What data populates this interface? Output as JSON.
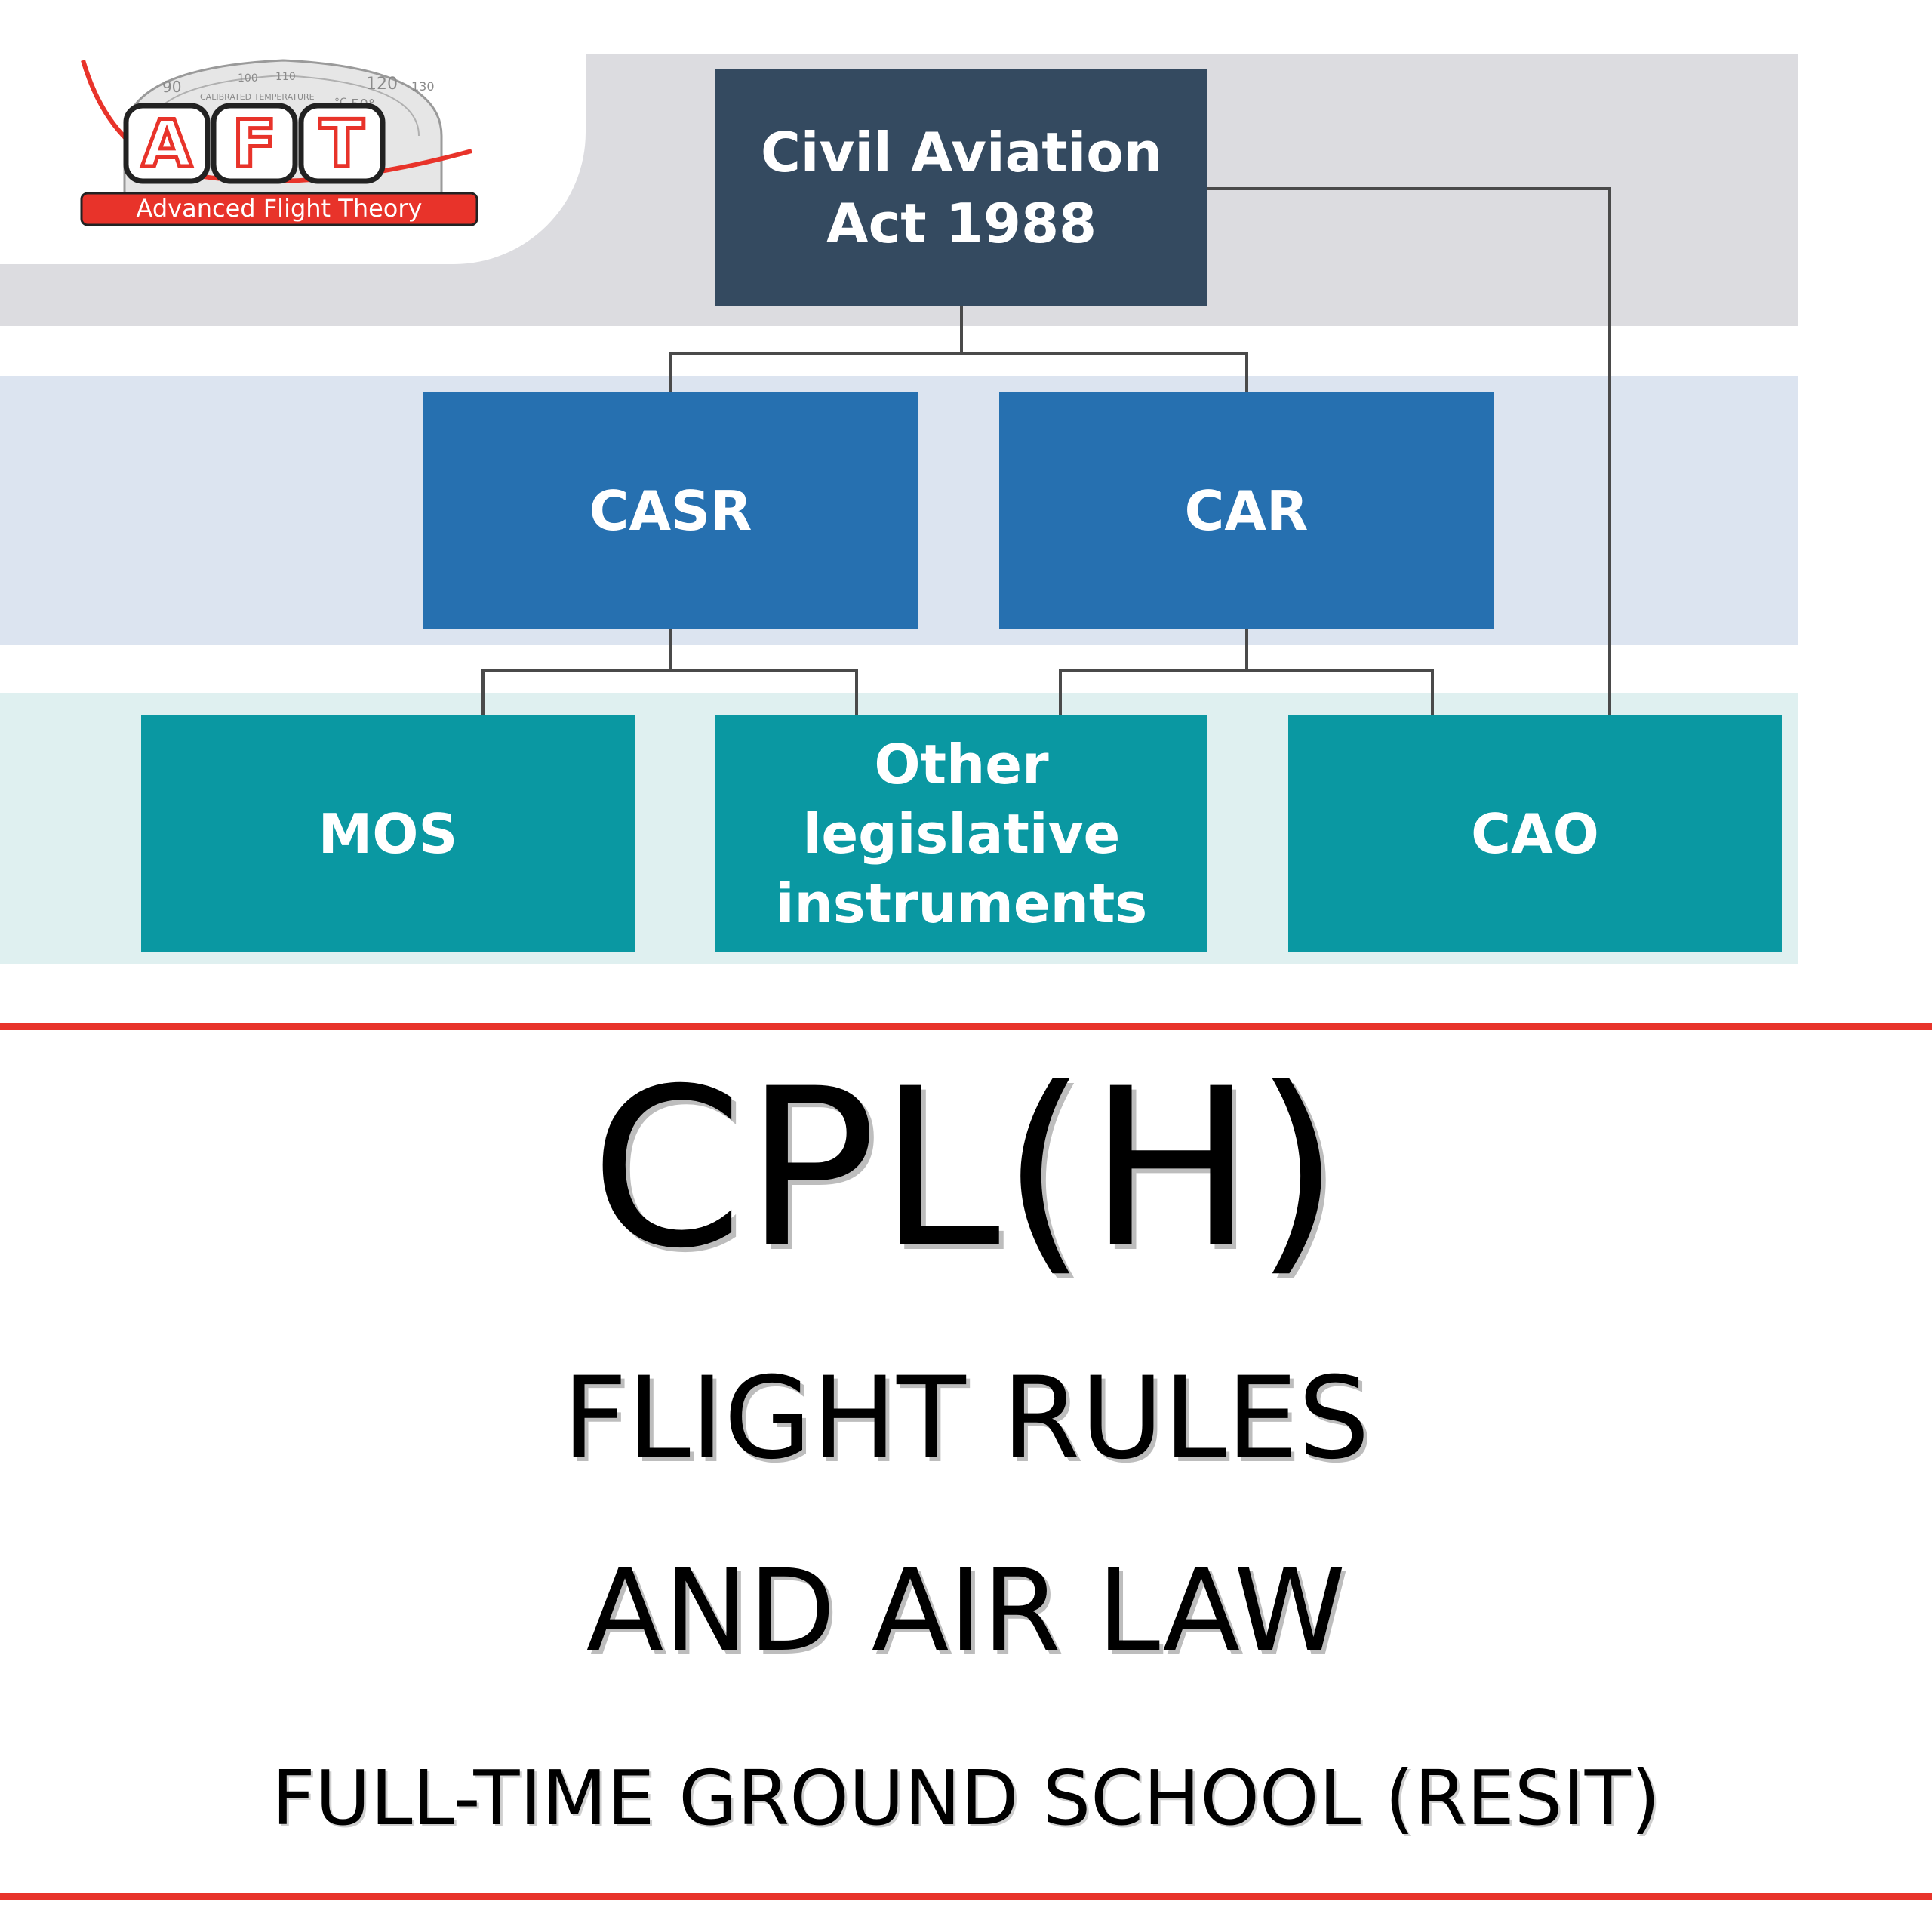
{
  "logo": {
    "letters": [
      "A",
      "F",
      "T"
    ],
    "tagline": "Advanced Flight Theory",
    "gauge_text": [
      "90",
      "100",
      "110",
      "120",
      "130",
      "CALIBRATED TEMPERATURE",
      "°C",
      "50°"
    ],
    "colors": {
      "brand_red": "#e8332a",
      "letter_bg": "#ffffff",
      "tagline_text": "#ffffff"
    }
  },
  "diagram": {
    "nodes": {
      "act": [
        "Civil Aviation",
        "Act 1988"
      ],
      "casr": "CASR",
      "car": "CAR",
      "mos": "MOS",
      "other": [
        "Other",
        "legislative",
        "instruments"
      ],
      "cao": "CAO"
    },
    "colors": {
      "act_box": "#344a60",
      "regulation_box": "#2670b0",
      "instrument_box": "#0a98a2",
      "connector": "#4a4a4a"
    }
  },
  "course": {
    "code": "CPL(H)",
    "subject_line1": "FLIGHT RULES",
    "subject_line2": "AND AIR LAW",
    "mode": "FULL-TIME GROUND SCHOOL (RESIT)"
  },
  "accent_color": "#e8332a"
}
